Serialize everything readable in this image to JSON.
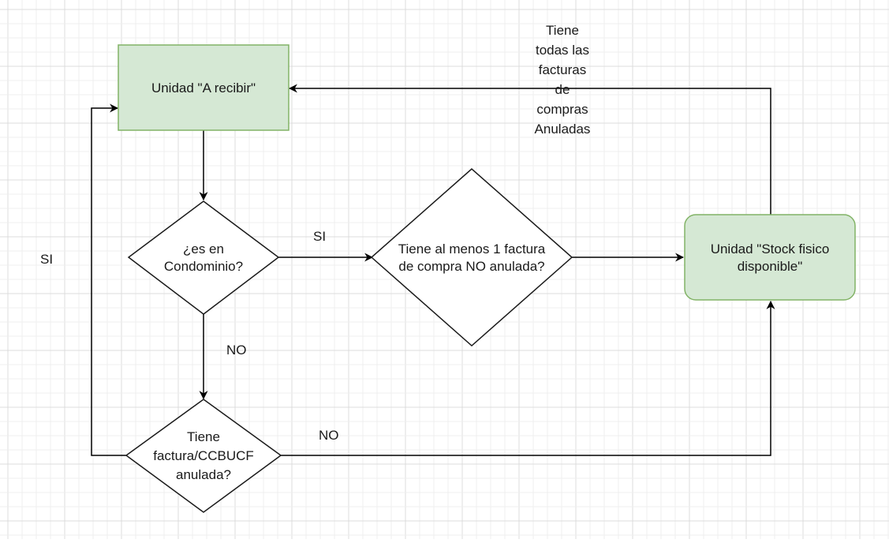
{
  "colors": {
    "grid_minor": "#efefef",
    "grid_major": "#dcdcdc",
    "edge": "#000000",
    "green_fill": "#d5e8d4",
    "green_stroke": "#82b366",
    "diamond_fill": "#ffffff",
    "diamond_stroke": "#1a1a1a"
  },
  "nodes": {
    "a_recibir": {
      "lines": [
        "Unidad \"A recibir\""
      ]
    },
    "stock": {
      "lines": [
        "Unidad \"Stock fisico",
        "disponible\""
      ]
    },
    "condominio": {
      "lines": [
        "¿es en",
        "Condominio?"
      ]
    },
    "factura_compra": {
      "lines": [
        "Tiene al menos 1 factura",
        "de compra NO anulada?"
      ]
    },
    "factura_anulada": {
      "lines": [
        "Tiene",
        "factura/CCBUCF",
        "anulada?"
      ]
    }
  },
  "edge_labels": {
    "si_condominio": "SI",
    "no_condominio": "NO",
    "si_left": "SI",
    "no_bottom": "NO",
    "anuladas": [
      "Tiene",
      "todas las",
      "facturas",
      "de",
      "compras",
      "Anuladas"
    ]
  }
}
